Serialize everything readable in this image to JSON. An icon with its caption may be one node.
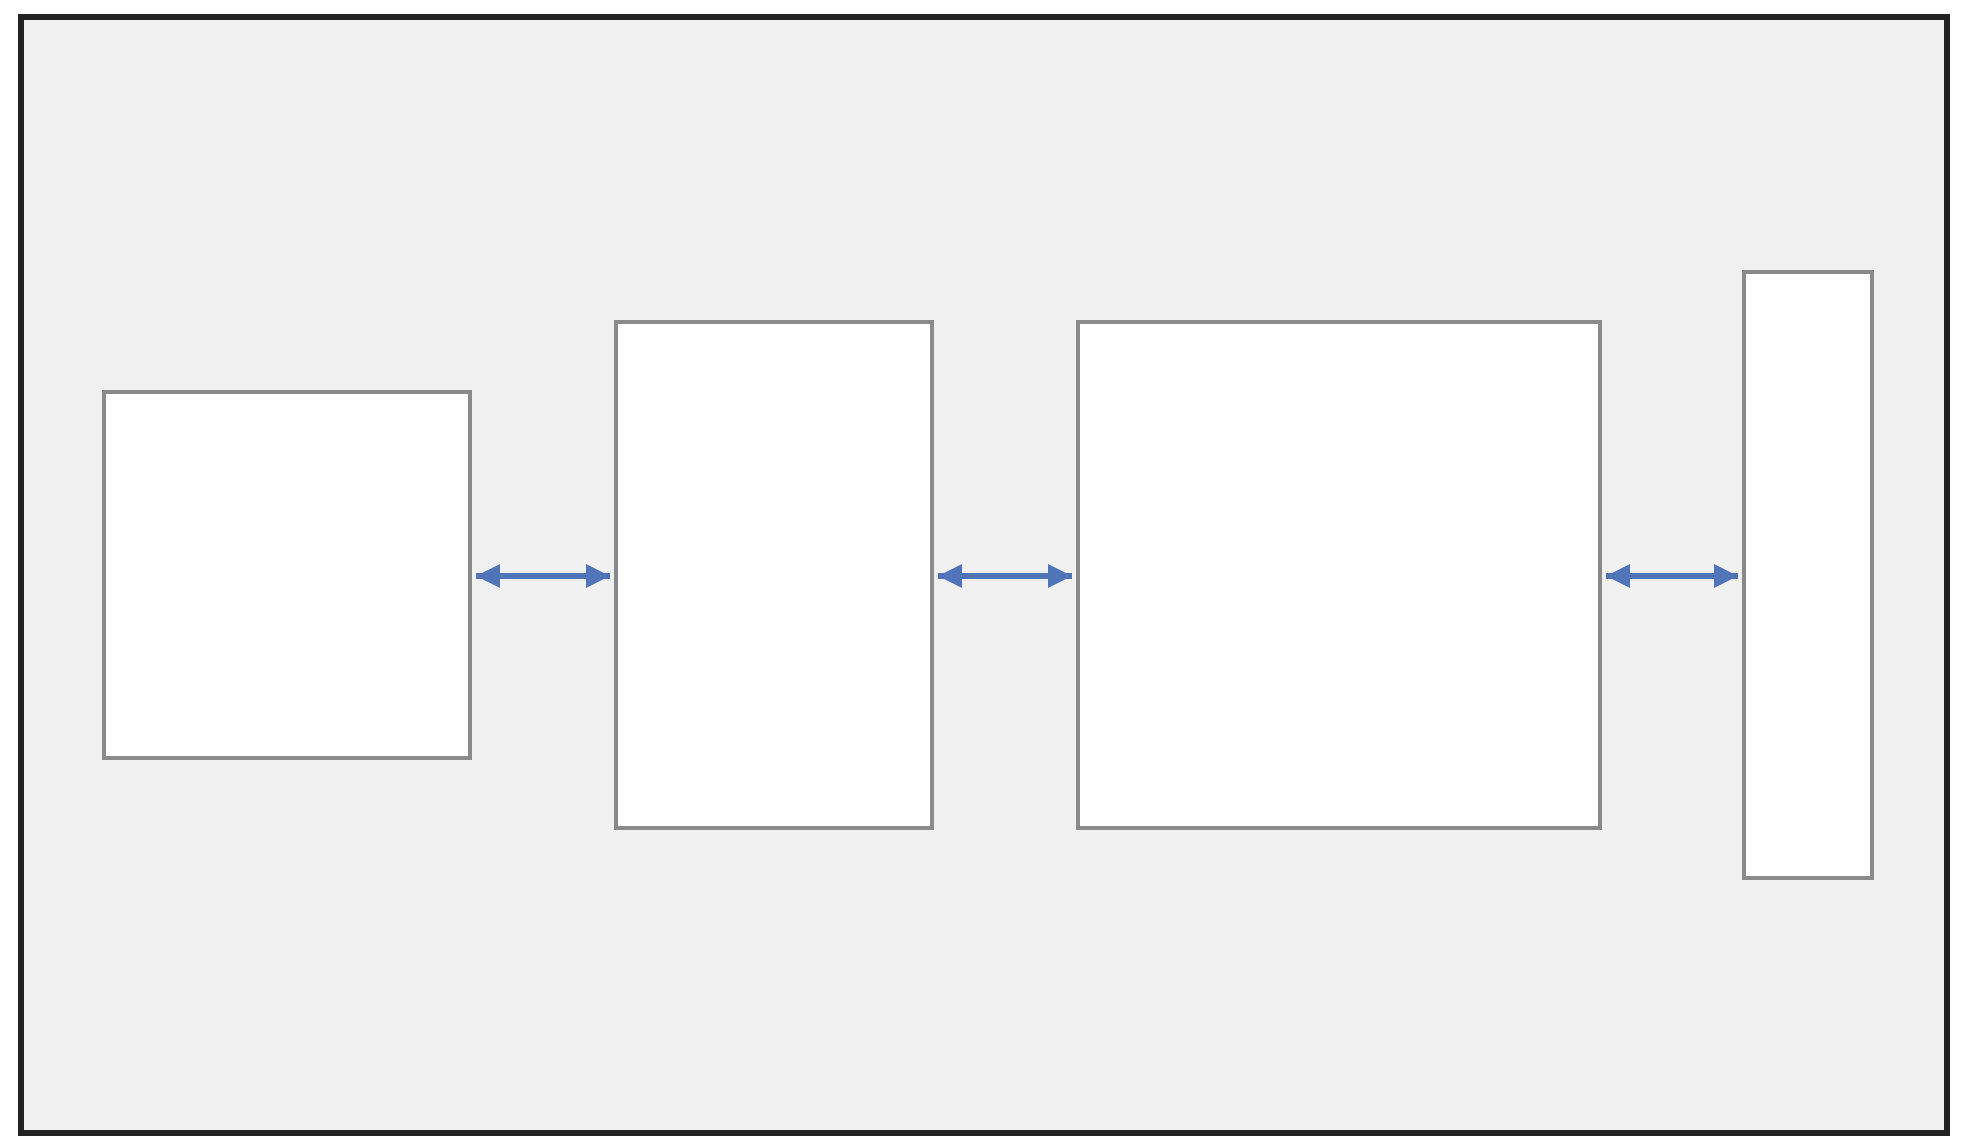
{
  "diagram": {
    "nodes": [
      {
        "text": [],
        "shape": "box"
      },
      {
        "text": [],
        "shape": "box"
      },
      {
        "text": [],
        "shape": "box"
      },
      {
        "text": [],
        "shape": "box"
      }
    ],
    "edges": [
      {
        "from": 0,
        "to": 1,
        "arrow": "both"
      },
      {
        "from": 1,
        "to": 2,
        "arrow": "both"
      },
      {
        "from": 2,
        "to": 3,
        "arrow": "both"
      }
    ]
  }
}
